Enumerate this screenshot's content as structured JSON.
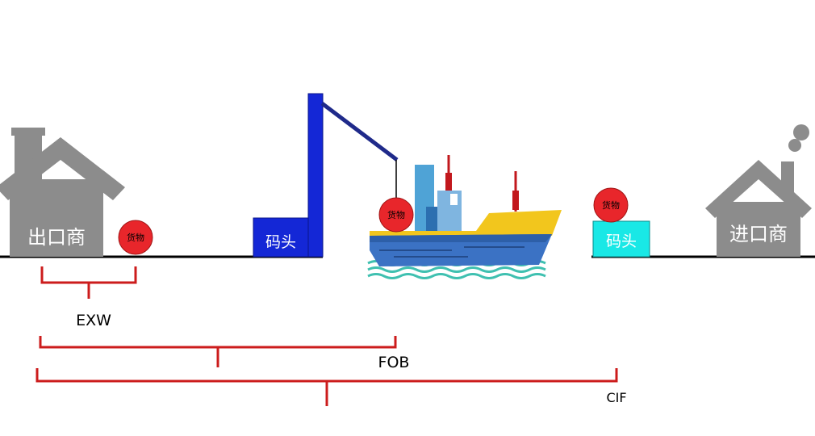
{
  "exporter": {
    "label": "出口商",
    "color": "#8c8c8c"
  },
  "importer": {
    "label": "进口商",
    "color": "#8c8c8c"
  },
  "goods": {
    "label": "货物",
    "color": "#e8262b"
  },
  "port_origin": {
    "label": "码头",
    "color": "#1427d6"
  },
  "port_destination": {
    "label": "码头",
    "color": "#19e8e6"
  },
  "crane": {
    "color": "#1427d6",
    "cable_color": "#1f2a8a"
  },
  "ship": {
    "hull_color": "#3b72c4",
    "deck_color": "#f2c61d",
    "cabin_colors": [
      "#4fa3d6",
      "#2c6fb0",
      "#7fb5e0"
    ],
    "mast_color": "#c2181d",
    "water_color": "#3fc0b0"
  },
  "bracket_color": "#cc1c1c",
  "terms": {
    "exw": "EXW",
    "fob": "FOB",
    "cif": "CIF"
  }
}
